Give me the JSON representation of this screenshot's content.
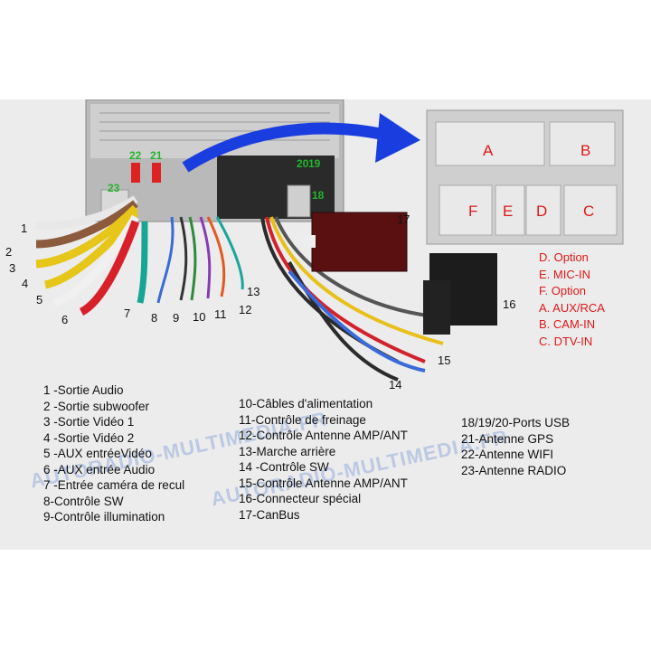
{
  "legend_left": [
    "1 -Sortie Audio",
    "2 -Sortie subwoofer",
    "3 -Sortie Vidéo 1",
    "4 -Sortie Vidéo 2",
    "5 -AUX entréeVidéo",
    "6 -AUX entrée Audio",
    "7 -Entrée caméra de recul",
    "8-Contrôle SW",
    "9-Contrôle illumination"
  ],
  "legend_mid": [
    "10-Câbles d'alimentation",
    "11-Contrôle de freinage",
    "12-Contrôle Antenne AMP/ANT",
    "13-Marche arrière",
    "14 -Contrôle SW",
    "15-Contrôle Antenne AMP/ANT",
    "16-Connecteur spécial",
    "17-CanBus"
  ],
  "legend_right": [
    "18/19/20-Ports USB",
    "21-Antenne GPS",
    "22-Antenne WIFI",
    "23-Antenne RADIO"
  ],
  "options_legend": [
    "D. Option",
    "E. MIC-IN",
    "F. Option",
    "A. AUX/RCA",
    "B. CAM-IN",
    "C. DTV-IN"
  ],
  "connector_letters": [
    "A",
    "B",
    "F",
    "E",
    "D",
    "C"
  ],
  "callouts": {
    "n1": "1",
    "n2": "2",
    "n3": "3",
    "n4": "4",
    "n5": "5",
    "n6": "6",
    "n7": "7",
    "n8": "8",
    "n9": "9",
    "n10": "10",
    "n11": "11",
    "n12": "12",
    "n13": "13",
    "n14": "14",
    "n15": "15",
    "n16": "16",
    "n17": "17",
    "n20": "20",
    "n19": "19",
    "n18": "18",
    "n21": "21",
    "n22": "22",
    "n23": "23"
  },
  "watermarks": [
    "AUTORADIO-MULTIMEDIA.FR",
    "AUTORADIO-MULTIMEDIA.FR"
  ],
  "colors": {
    "legend_red": "#e01818",
    "callout_green": "#23b52b",
    "arrow_blue": "#1a3de0"
  }
}
